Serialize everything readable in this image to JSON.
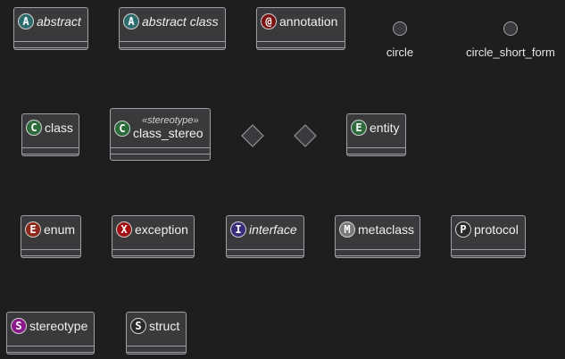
{
  "colors": {
    "background": "#1e1e1e",
    "node_fill": "#3a3a3d",
    "node_border": "#9aa0a6",
    "abstract_badge": "#2d6c6c",
    "annotation_badge": "#7a1010",
    "class_badge": "#2d6b3c",
    "entity_badge": "#2d6b3c",
    "enum_badge": "#8b2a1a",
    "exception_badge": "#a01010",
    "interface_badge": "#3a2d7a",
    "metaclass_badge": "#7a7a7a",
    "protocol_badge": "#2a2a2a",
    "stereotype_badge": "#8a1a8a",
    "struct_badge": "#2a2a2a"
  },
  "nodes": {
    "abstract": {
      "badge": "A",
      "label": "abstract"
    },
    "abstract_class": {
      "badge": "A",
      "label": "abstract class"
    },
    "annotation": {
      "badge": "@",
      "label": "annotation"
    },
    "circle": {
      "label": "circle"
    },
    "circle_short_form": {
      "label": "circle_short_form"
    },
    "class": {
      "badge": "C",
      "label": "class"
    },
    "class_stereo": {
      "badge": "C",
      "label": "class_stereo",
      "stereotype": "«stereotype»"
    },
    "entity": {
      "badge": "E",
      "label": "entity"
    },
    "enum": {
      "badge": "E",
      "label": "enum"
    },
    "exception": {
      "badge": "X",
      "label": "exception"
    },
    "interface": {
      "badge": "I",
      "label": "interface"
    },
    "metaclass": {
      "badge": "M",
      "label": "metaclass"
    },
    "protocol": {
      "badge": "P",
      "label": "protocol"
    },
    "stereotype": {
      "badge": "S",
      "label": "stereotype"
    },
    "struct": {
      "badge": "S",
      "label": "struct"
    }
  }
}
